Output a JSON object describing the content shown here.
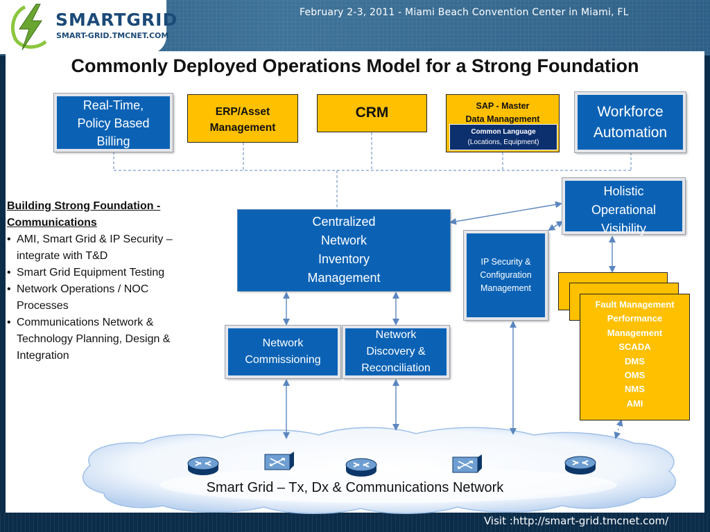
{
  "header": {
    "logo_name": "SMARTGRID",
    "logo_url": "SMART-GRID.TMCNET.COM",
    "event_text": "February 2-3, 2011 - Miami Beach Convention Center in Miami, FL"
  },
  "title": "Commonly Deployed Operations Model for a Strong Foundation",
  "top_systems": {
    "billing": "Real-Time,\nPolicy Based\nBilling",
    "erp": "ERP/Asset\nManagement",
    "crm": "CRM",
    "sap": "SAP - Master\nData Management",
    "common_language_title": "Common Language",
    "common_language_sub": "(Locations, Equipment)",
    "workforce": "Workforce\nAutomation"
  },
  "center": {
    "inventory": "Centralized\nNetwork\nInventory\nManagement",
    "commissioning": "Network\nCommissioning",
    "discovery": "Network\nDiscovery &\nReconciliation",
    "ip_security": "IP Security &\nConfiguration\nManagement",
    "visibility": "Holistic\nOperational\nVisibility"
  },
  "fault_stack": [
    "Fault Management",
    "Performance",
    "Management",
    "SCADA",
    "DMS",
    "OMS",
    "NMS",
    "AMI"
  ],
  "left_panel": {
    "heading": "Building Strong Foundation -\nCommunications",
    "bullets": [
      "AMI, Smart Grid & IP Security –\nintegrate with T&D",
      "Smart Grid Equipment Testing",
      "Network Operations / NOC\nProcesses",
      "Communications Network &\nTechnology Planning, Design &\nIntegration"
    ]
  },
  "network_label": "Smart Grid – Tx, Dx & Communications Network",
  "footer": {
    "visit_text": "Visit :http://smart-grid.tmcnet.com/"
  },
  "colors": {
    "box_blue": "#0b62b5",
    "box_gold": "#ffc000",
    "connector": "#5b86bf",
    "header_bg": "#2e5f86",
    "common_language_bg": "#0c2f6e"
  }
}
